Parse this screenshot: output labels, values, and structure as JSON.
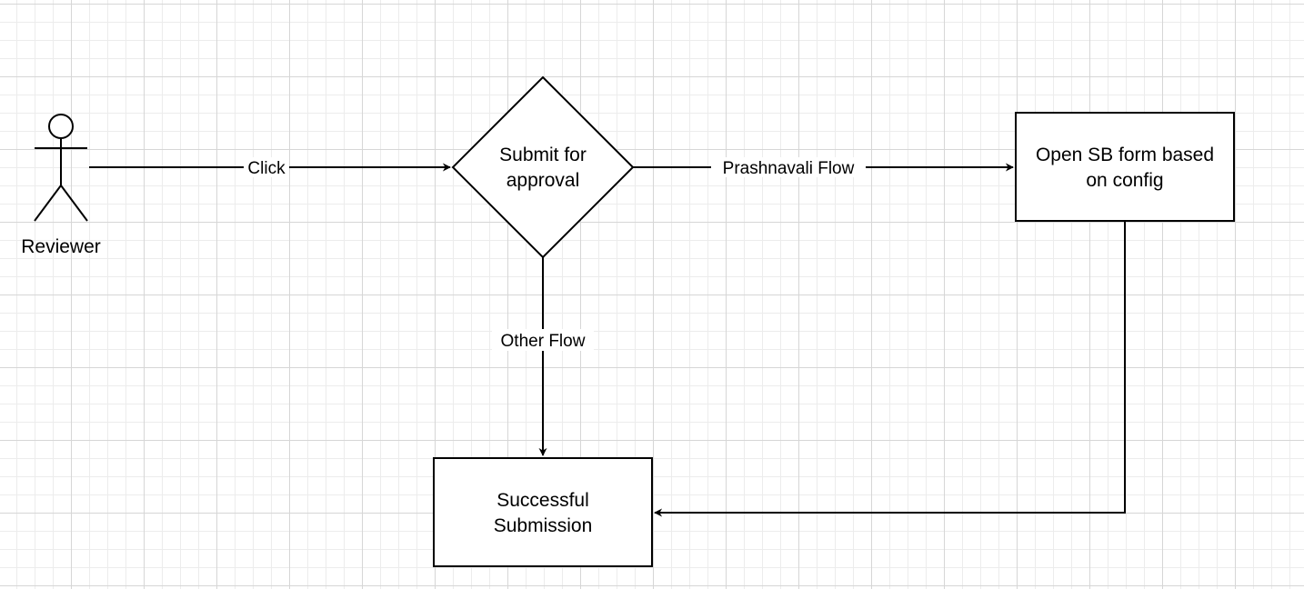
{
  "diagram": {
    "actor": {
      "label": "Reviewer"
    },
    "nodes": {
      "decision": {
        "lines": [
          "Submit for",
          "approval"
        ]
      },
      "open_form": {
        "lines": [
          "Open SB form based",
          "on config"
        ]
      },
      "success": {
        "lines": [
          "Successful",
          "Submission"
        ]
      }
    },
    "edges": {
      "click": "Click",
      "prashnavali": "Prashnavali Flow",
      "other": "Other Flow"
    }
  }
}
